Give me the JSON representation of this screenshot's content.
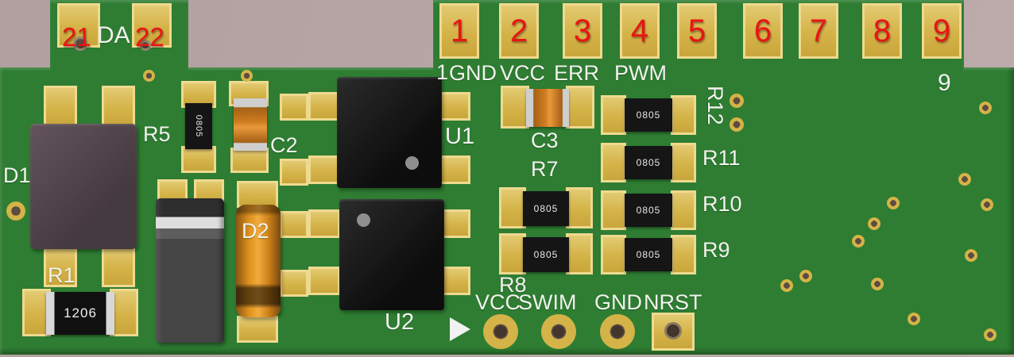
{
  "colors": {
    "pcb": "#2e7d32",
    "pad-gold": "#d4b348",
    "pad-rim": "#eeda8f",
    "hole": "#5d4c41",
    "silk-white": "#f2f2ee",
    "silk-red": "#ea1414",
    "chip-black": "#151515",
    "ceramic-orange": "#cf7d20",
    "silver": "#cfcfcf"
  },
  "tab_left": {
    "pad_21": "21",
    "label": "DA",
    "pad_22": "22"
  },
  "top_pads": [
    "1",
    "2",
    "3",
    "4",
    "5",
    "6",
    "7",
    "8",
    "9"
  ],
  "silk_top": {
    "pin1": "1",
    "gnd": "GND",
    "vcc": "VCC",
    "err": "ERR",
    "pwm": "PWM",
    "pin9": "9"
  },
  "refdes": {
    "d1": "D1",
    "r1": "R1",
    "r5": "R5",
    "c2": "C2",
    "d2": "D2",
    "u1": "U1",
    "u2": "U2",
    "c3": "C3",
    "r7": "R7",
    "r8": "R8",
    "r9": "R9",
    "r10": "R10",
    "r11": "R11",
    "r12": "R12"
  },
  "markings": {
    "r1": "1206",
    "r5": "0805",
    "smd": "0805"
  },
  "prog_header": {
    "vcc": "VCC",
    "swim": "SWIM",
    "gnd": "GND",
    "nrst": "NRST"
  }
}
